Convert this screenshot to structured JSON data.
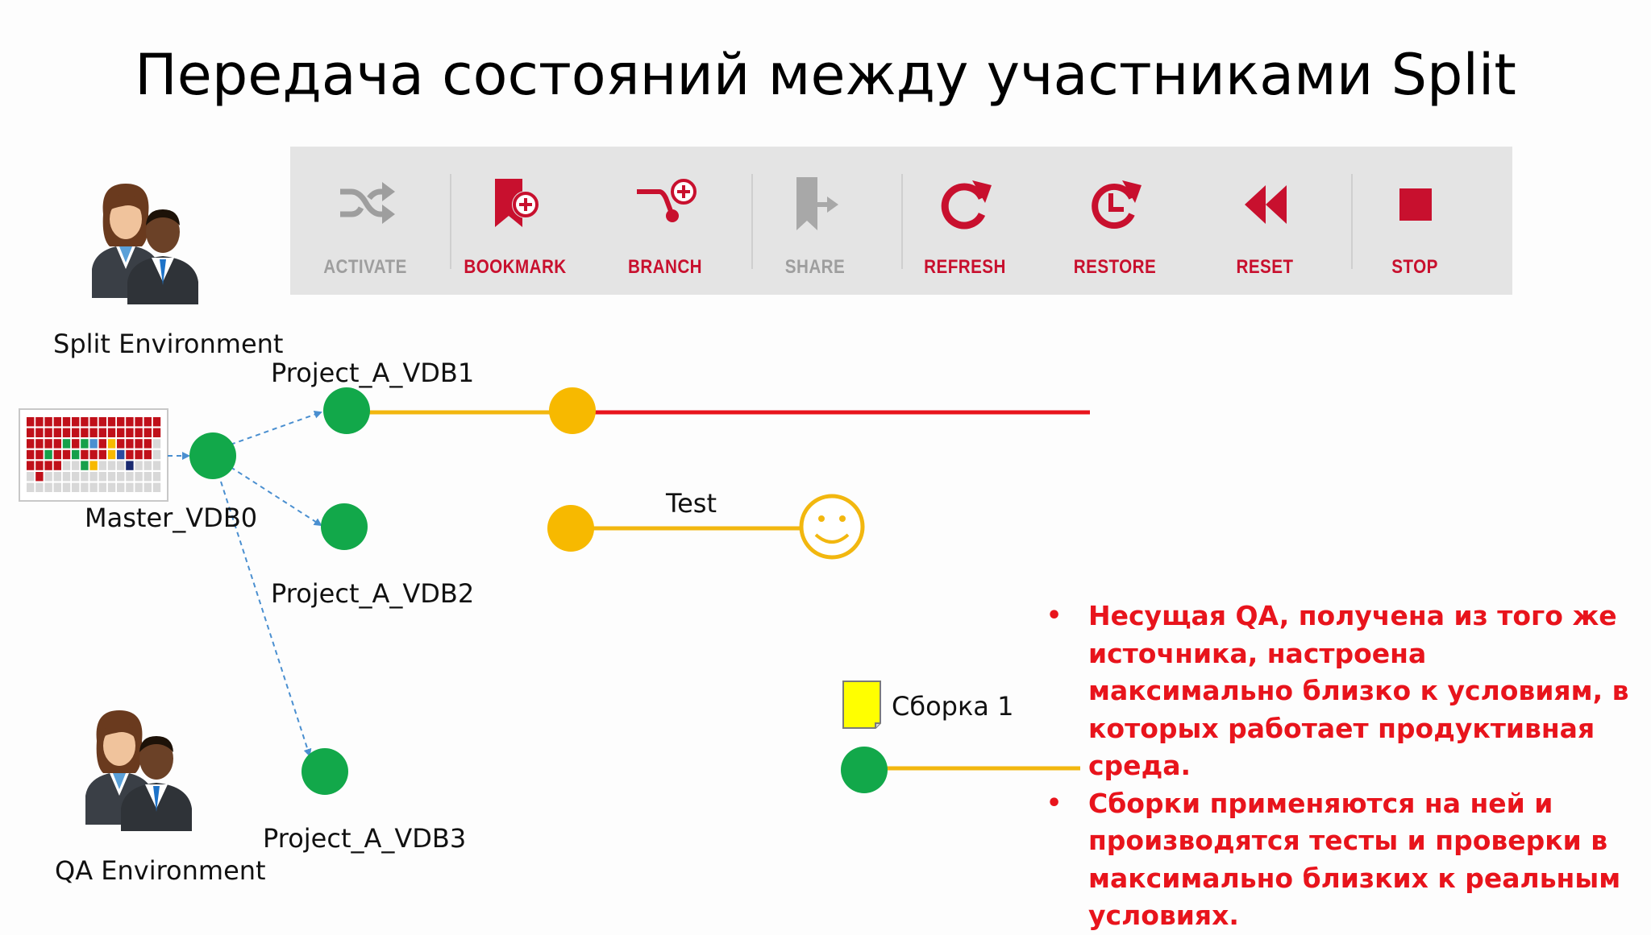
{
  "title": "Передача состояний между участниками Split",
  "toolbar": {
    "buttons": [
      {
        "label": "ACTIVATE",
        "icon": "shuffle-icon",
        "enabled": false
      },
      {
        "label": "BOOKMARK",
        "icon": "bookmark-plus-icon",
        "enabled": true
      },
      {
        "label": "BRANCH",
        "icon": "branch-plus-icon",
        "enabled": true
      },
      {
        "label": "SHARE",
        "icon": "share-icon",
        "enabled": false
      },
      {
        "label": "REFRESH",
        "icon": "refresh-icon",
        "enabled": true
      },
      {
        "label": "RESTORE",
        "icon": "restore-clock-icon",
        "enabled": true
      },
      {
        "label": "RESET",
        "icon": "rewind-icon",
        "enabled": true
      },
      {
        "label": "STOP",
        "icon": "stop-icon",
        "enabled": true
      }
    ],
    "active_color": "#c8102e",
    "disabled_color": "#9e9e9e"
  },
  "labels": {
    "split_env": "Split Environment",
    "qa_env": "QA Environment",
    "master": "Master_VDB0",
    "vdb1": "Project_A_VDB1",
    "vdb2": "Project_A_VDB2",
    "vdb3": "Project_A_VDB3",
    "test": "Test",
    "build": "Сборка 1"
  },
  "bullets": [
    "Несущая QA, получена из того же источника, настроена максимально близко к условиям, в которых работает продуктивная среда.",
    "Сборки применяются на ней и производятся тесты и проверки в максимально близких к реальным условиях."
  ],
  "colors": {
    "node_green": "#12a84a",
    "node_orange": "#f7b900",
    "line_orange": "#f2b70f",
    "line_red": "#e8141c",
    "text_red": "#e8141c",
    "arrow_blue": "#4a8fd0"
  }
}
